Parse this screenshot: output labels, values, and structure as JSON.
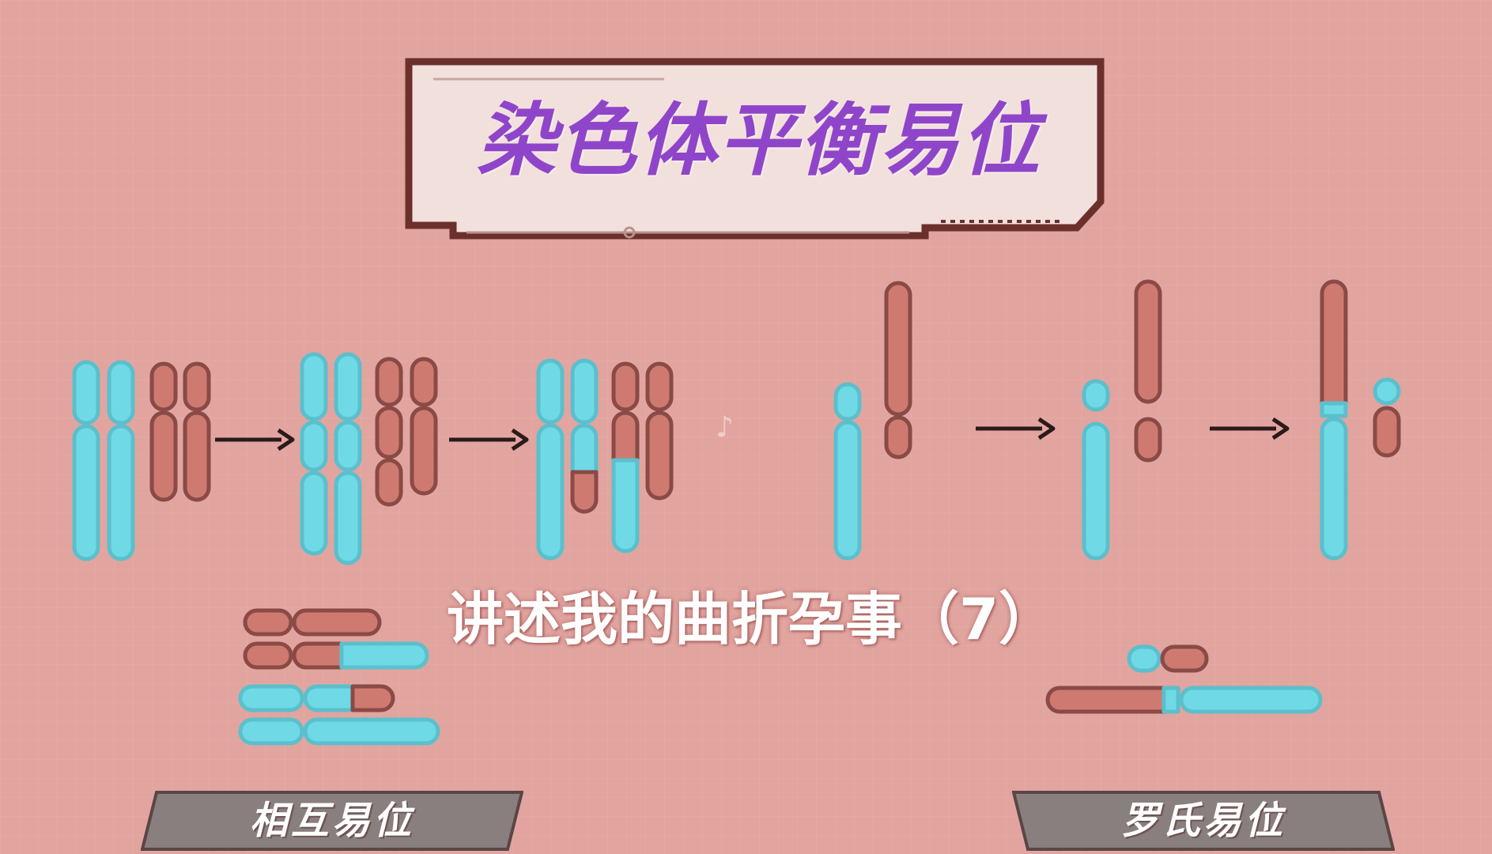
{
  "title": "染色体平衡易位",
  "caption": "讲述我的曲折孕事（7）",
  "labels": {
    "reciprocal": "相互易位",
    "robertsonian": "罗氏易位"
  },
  "colors": {
    "background": "#e2a49f",
    "chromosome_blue": "#6fdae6",
    "chromosome_red": "#cf7a70",
    "outline": "#8a4a45",
    "title": "#8f45c9"
  },
  "icons": {
    "arrow": "right-arrow-icon",
    "watermark": "watermark-logo-icon"
  }
}
